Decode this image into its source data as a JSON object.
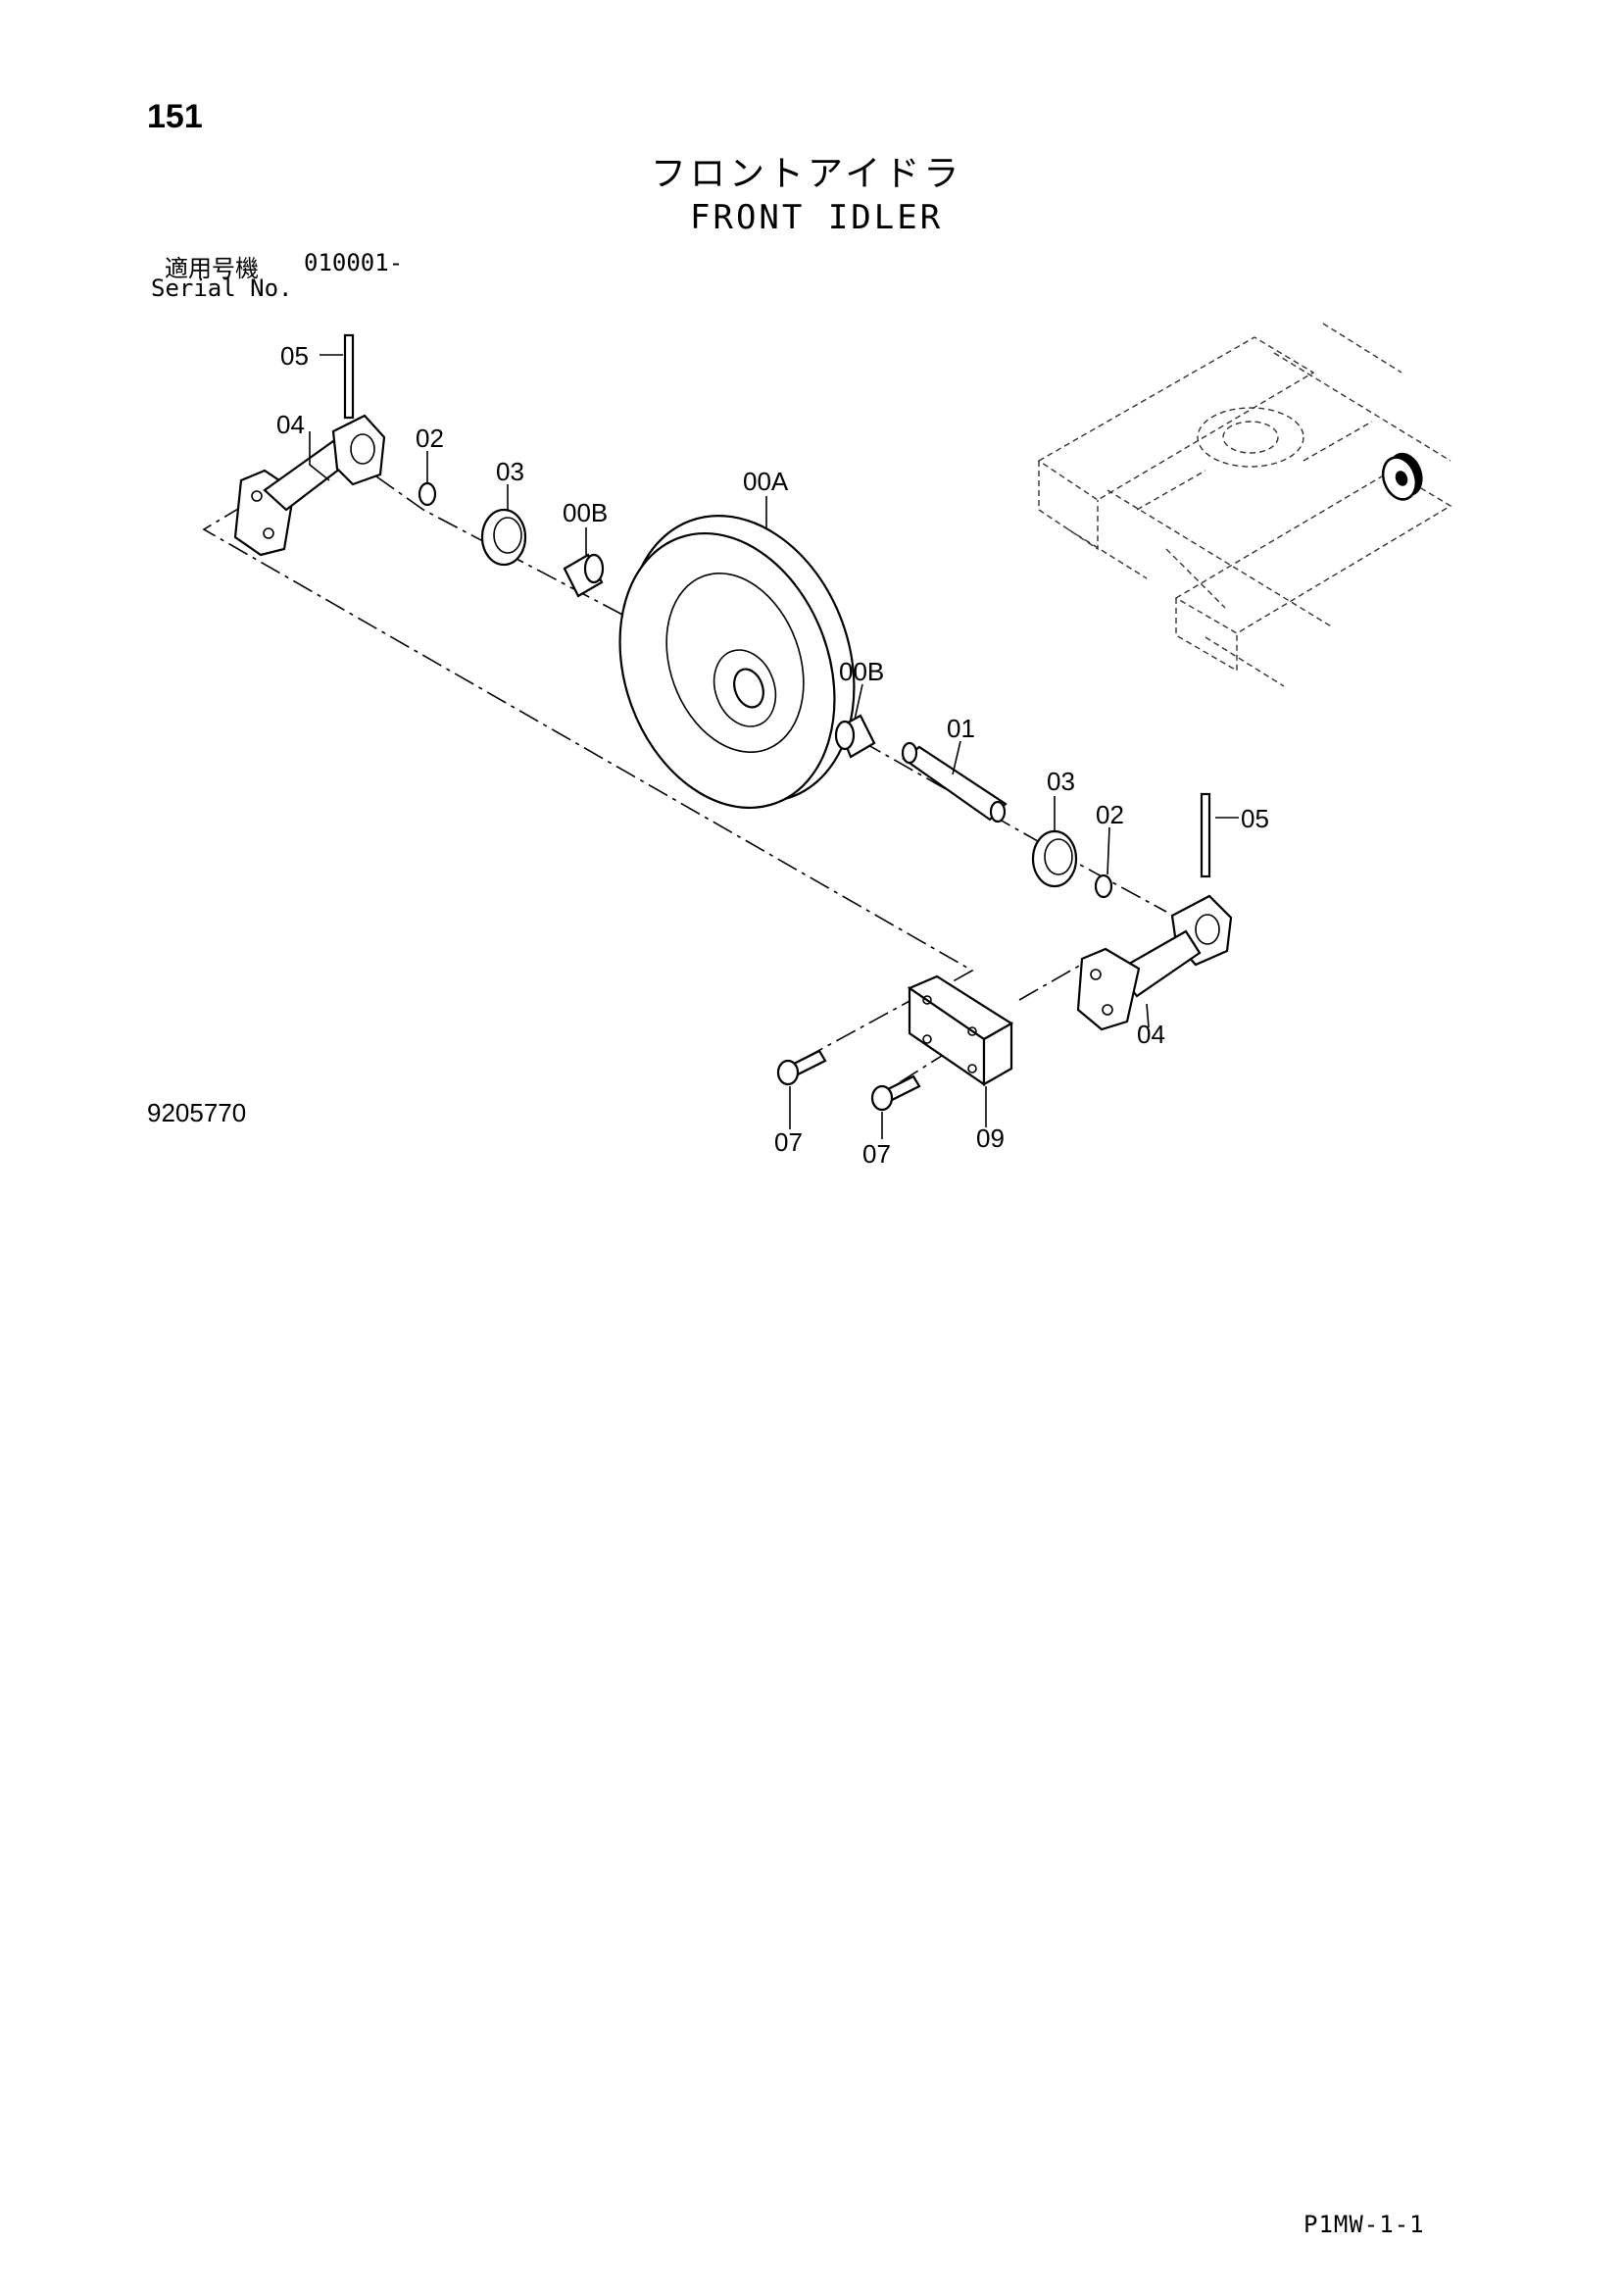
{
  "page": {
    "number": "151",
    "title_jp": "フロントアイドラ",
    "title_en": "FRONT IDLER",
    "serial_label_jp": "適用号機",
    "serial_value": "010001-",
    "serial_label_en": "Serial No.",
    "drawing_number": "9205770",
    "page_code": "P1MW-1-1"
  },
  "callouts": {
    "c05_left": "05",
    "c04_left": "04",
    "c02_left": "02",
    "c03_left": "03",
    "c00b_left": "00B",
    "c00a": "00A",
    "c00b_right": "00B",
    "c01": "01",
    "c03_right": "03",
    "c02_right": "02",
    "c05_right": "05",
    "c04_right": "04",
    "c07_a": "07",
    "c07_b": "07",
    "c09": "09"
  }
}
